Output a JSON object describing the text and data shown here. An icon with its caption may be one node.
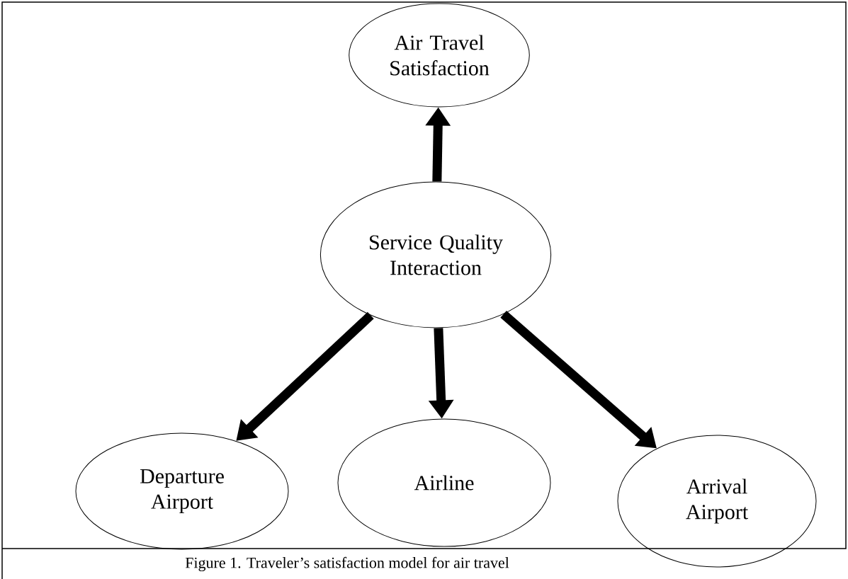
{
  "diagram": {
    "caption": "Figure 1. Traveler’s satisfaction model for air travel",
    "nodes": [
      {
        "text": [
          "Air Travel Satisfaction"
        ]
      },
      {
        "text": [
          "Service Quality Interaction"
        ]
      },
      {
        "text": [
          "Departure Airport"
        ]
      },
      {
        "text": [
          "Airline"
        ]
      },
      {
        "text": [
          "Arrival Airport"
        ]
      }
    ],
    "edges": [
      {
        "from": 1,
        "to": 0,
        "arrow": "to"
      },
      {
        "from": 1,
        "to": 2,
        "arrow": "to"
      },
      {
        "from": 1,
        "to": 3,
        "arrow": "to"
      },
      {
        "from": 1,
        "to": 4,
        "arrow": "to"
      }
    ]
  }
}
